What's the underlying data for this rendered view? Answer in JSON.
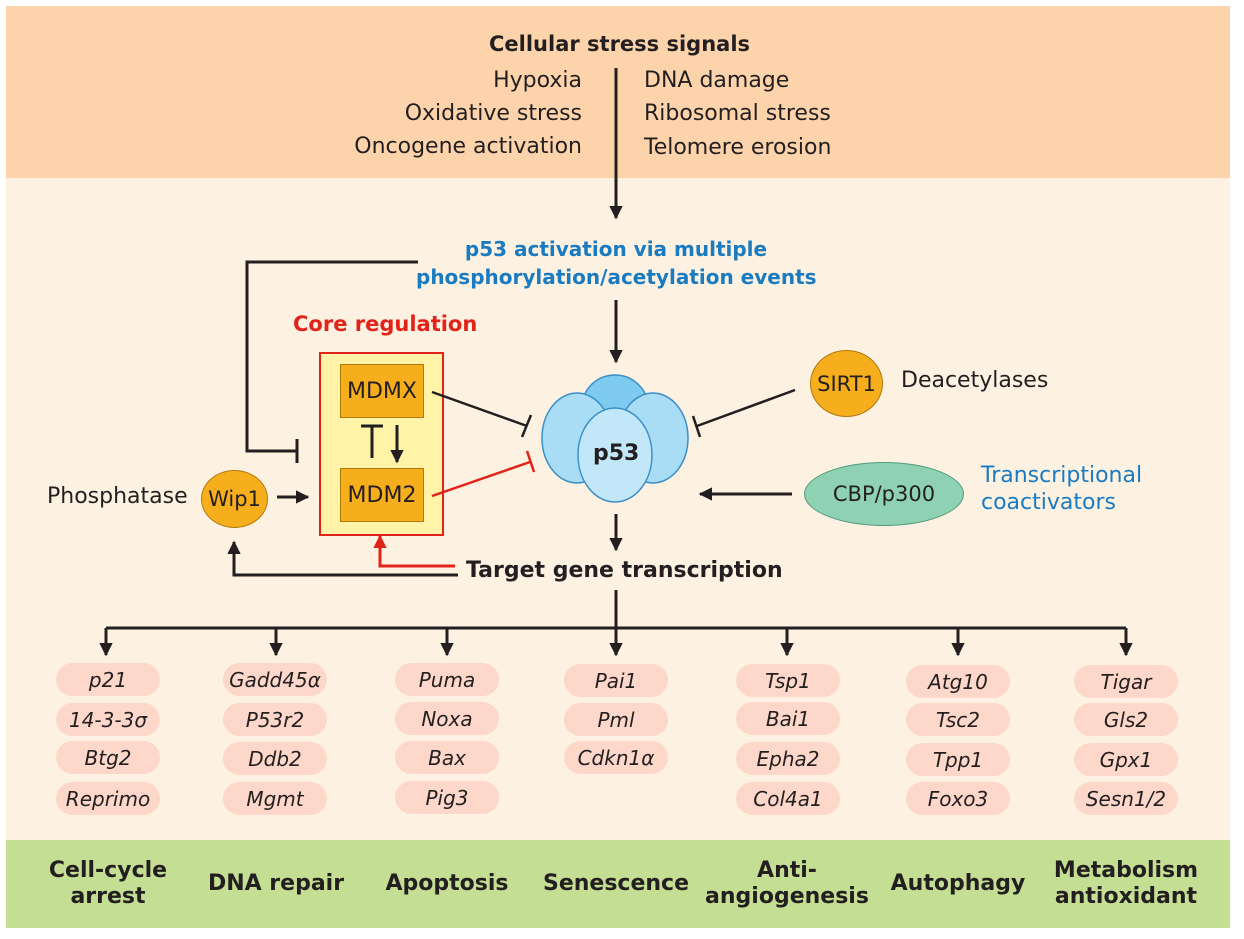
{
  "header": {
    "title": "Cellular stress signals",
    "stimuli_left": [
      "Hypoxia",
      "Oxidative stress",
      "Oncogene activation"
    ],
    "stimuli_right": [
      "DNA damage",
      "Ribosomal stress",
      "Telomere erosion"
    ]
  },
  "activation": {
    "line1": "p53 activation via multiple",
    "line2": "phosphorylation/acetylation events"
  },
  "core": {
    "title": "Core regulation",
    "mdmx": "MDMX",
    "mdm2": "MDM2"
  },
  "p53": "p53",
  "sirt1": {
    "name": "SIRT1",
    "label": "Deacetylases"
  },
  "cbp": {
    "name": "CBP/p300",
    "label_line1": "Transcriptional",
    "label_line2": "coactivators"
  },
  "wip1": {
    "name": "Wip1",
    "label": "Phosphatase"
  },
  "transcription": "Target gene transcription",
  "gene_groups": [
    {
      "genes": [
        "p21",
        "14-3-3σ",
        "Btg2",
        "Reprimo"
      ],
      "outcome": [
        "Cell-cycle",
        "arrest"
      ]
    },
    {
      "genes": [
        "Gadd45α",
        "P53r2",
        "Ddb2",
        "Mgmt"
      ],
      "outcome": [
        "DNA repair"
      ]
    },
    {
      "genes": [
        "Puma",
        "Noxa",
        "Bax",
        "Pig3"
      ],
      "outcome": [
        "Apoptosis"
      ]
    },
    {
      "genes": [
        "Pai1",
        "Pml",
        "Cdkn1α"
      ],
      "outcome": [
        "Senescence"
      ]
    },
    {
      "genes": [
        "Tsp1",
        "Bai1",
        "Epha2",
        "Col4a1"
      ],
      "outcome": [
        "Anti-",
        "angiogenesis"
      ]
    },
    {
      "genes": [
        "Atg10",
        "Tsc2",
        "Tpp1",
        "Foxo3"
      ],
      "outcome": [
        "Autophagy"
      ]
    },
    {
      "genes": [
        "Tigar",
        "Gls2",
        "Gpx1",
        "Sesn1/2"
      ],
      "outcome": [
        "Metabolism",
        "antioxidant"
      ]
    }
  ],
  "colors": {
    "header_band": "#fdd3ac",
    "main_band": "#fdf1e2",
    "outcome_band": "#c4de93",
    "activation_text": "#1a7bc0",
    "core_border": "#e2231a",
    "mdm_box": "#f7ae1c",
    "cbp_oval": "#8fd1b3",
    "gene_pill": "#fdd7c9",
    "p53_blue": "#a9dcf5"
  }
}
